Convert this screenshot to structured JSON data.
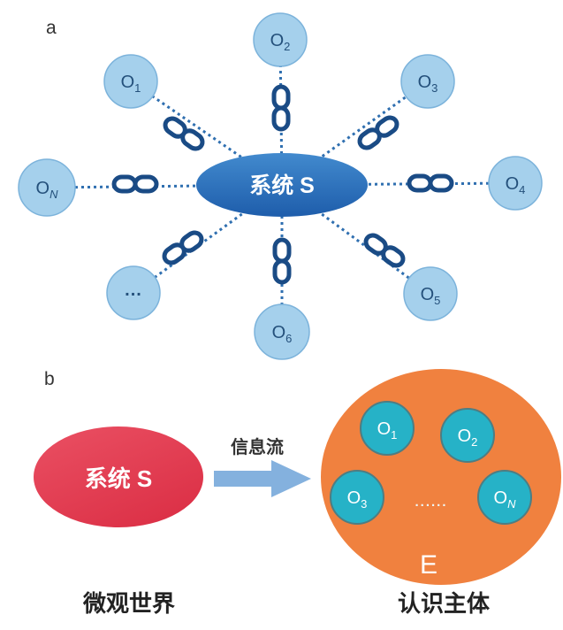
{
  "colors": {
    "node_fill": "#a5d0ec",
    "node_stroke": "#7cb3db",
    "dotted_line": "#2f6fb0",
    "chain": "#1a4b85",
    "system_ellipse_top": "#428ace",
    "system_ellipse_bottom": "#1e5dab",
    "red_ellipse_top": "#ea5063",
    "red_ellipse_bottom": "#dc3147",
    "arrow": "#84b1de",
    "environment": "#f0813f",
    "teal_fill": "#26b2c7",
    "teal_stroke": "#4d7d83"
  },
  "panel_a": {
    "label": "a",
    "system": "系统 S",
    "nodes": [
      {
        "main": "O",
        "sub": "1"
      },
      {
        "main": "O",
        "sub": "2"
      },
      {
        "main": "O",
        "sub": "3"
      },
      {
        "main": "O",
        "sub": "4"
      },
      {
        "main": "O",
        "sub": "5"
      },
      {
        "main": "O",
        "sub": "6"
      },
      {
        "main": "...",
        "sub": ""
      },
      {
        "main": "O",
        "sub": "N"
      }
    ]
  },
  "panel_b": {
    "label": "b",
    "system": "系统 S",
    "flow_label": "信息流",
    "environment_label": "E",
    "ellipsis": "......",
    "nodes": [
      {
        "main": "O",
        "sub": "1"
      },
      {
        "main": "O",
        "sub": "2"
      },
      {
        "main": "O",
        "sub": "3"
      },
      {
        "main": "O",
        "sub": "N"
      }
    ],
    "caption_left": "微观世界",
    "caption_right": "认识主体"
  }
}
